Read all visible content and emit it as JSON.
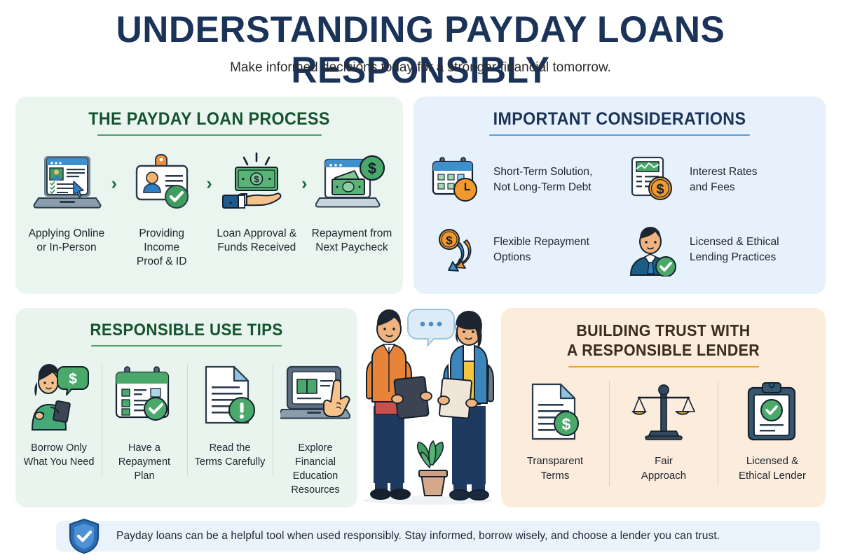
{
  "header": {
    "title": "UNDERSTANDING PAYDAY LOANS RESPONSIBLY",
    "subtitle": "Make informed decisions today for a stronger financial tomorrow."
  },
  "colors": {
    "navy": "#1b3358",
    "green_dark": "#14532d",
    "green": "#3f9d5e",
    "blue": "#2f7fc4",
    "orange": "#f2992e",
    "brown": "#3b2a1e",
    "panel_process_bg": "#eaf5ef",
    "panel_consider_bg": "#e7f1fb",
    "panel_tips_bg": "#e9f4ee",
    "panel_trust_bg": "#fcecdc",
    "footer_bg": "#eaf2fb"
  },
  "panels": {
    "process": {
      "title": "THE PAYDAY LOAN PROCESS",
      "steps": [
        {
          "icon": "laptop-application-icon",
          "label": "Applying Online\nor In-Person"
        },
        {
          "icon": "id-card-verified-icon",
          "label": "Providing Income\nProof & ID"
        },
        {
          "icon": "hand-cash-icon",
          "label": "Loan Approval &\nFunds Received"
        },
        {
          "icon": "laptop-repayment-icon",
          "label": "Repayment from\nNext Paycheck"
        }
      ],
      "separator": "›"
    },
    "considerations": {
      "title": "IMPORTANT CONSIDERATIONS",
      "items": [
        {
          "icon": "calendar-clock-icon",
          "label": "Short-Term Solution,\nNot Long-Term Debt"
        },
        {
          "icon": "invoice-dollar-icon",
          "label": "Interest Rates\nand Fees"
        },
        {
          "icon": "refresh-dollar-icon",
          "label": "Flexible Repayment\nOptions"
        },
        {
          "icon": "agent-verified-icon",
          "label": "Licensed & Ethical\nLending Practices"
        }
      ]
    },
    "tips": {
      "title": "RESPONSIBLE USE TIPS",
      "items": [
        {
          "icon": "woman-tablet-dollar-icon",
          "label": "Borrow Only\nWhat You Need"
        },
        {
          "icon": "calendar-check-icon",
          "label": "Have a\nRepayment Plan"
        },
        {
          "icon": "document-alert-icon",
          "label": "Read the\nTerms Carefully"
        },
        {
          "icon": "laptop-book-hand-icon",
          "label": "Explore Financial\nEducation\nResources"
        }
      ]
    },
    "trust": {
      "title": "BUILDING TRUST WITH\nA RESPONSIBLE LENDER",
      "items": [
        {
          "icon": "document-dollar-icon",
          "label": "Transparent\nTerms"
        },
        {
          "icon": "scales-balance-icon",
          "label": "Fair\nApproach"
        },
        {
          "icon": "clipboard-check-icon",
          "label": "Licensed &\nEthical Lender"
        }
      ]
    }
  },
  "center_illustration": {
    "name": "two-people-discussing-illustration",
    "speech_bubble": "•••"
  },
  "footer": {
    "icon": "shield-check-icon",
    "text": "Payday loans can be a helpful tool when used responsibly. Stay informed, borrow wisely, and choose a lender you can trust."
  }
}
